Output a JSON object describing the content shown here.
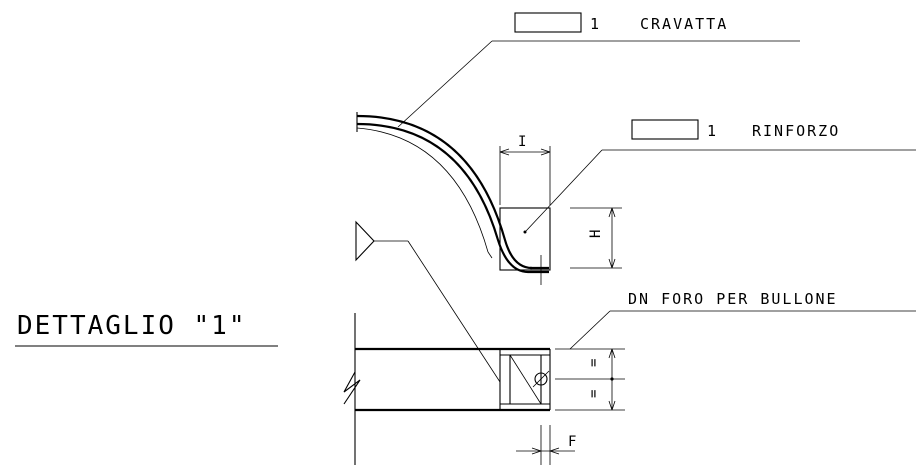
{
  "labels": {
    "detail_title": "DETTAGLIO \"1\"",
    "cravatta_qty": "1",
    "cravatta": "CRAVATTA",
    "rinforzo_qty": "1",
    "rinforzo": "RINFORZO",
    "foro": "DN FORO PER BULLONE",
    "dim_i": "I",
    "dim_h": "H",
    "dim_f": "F",
    "dim_eq1": "=",
    "dim_eq2": "="
  }
}
